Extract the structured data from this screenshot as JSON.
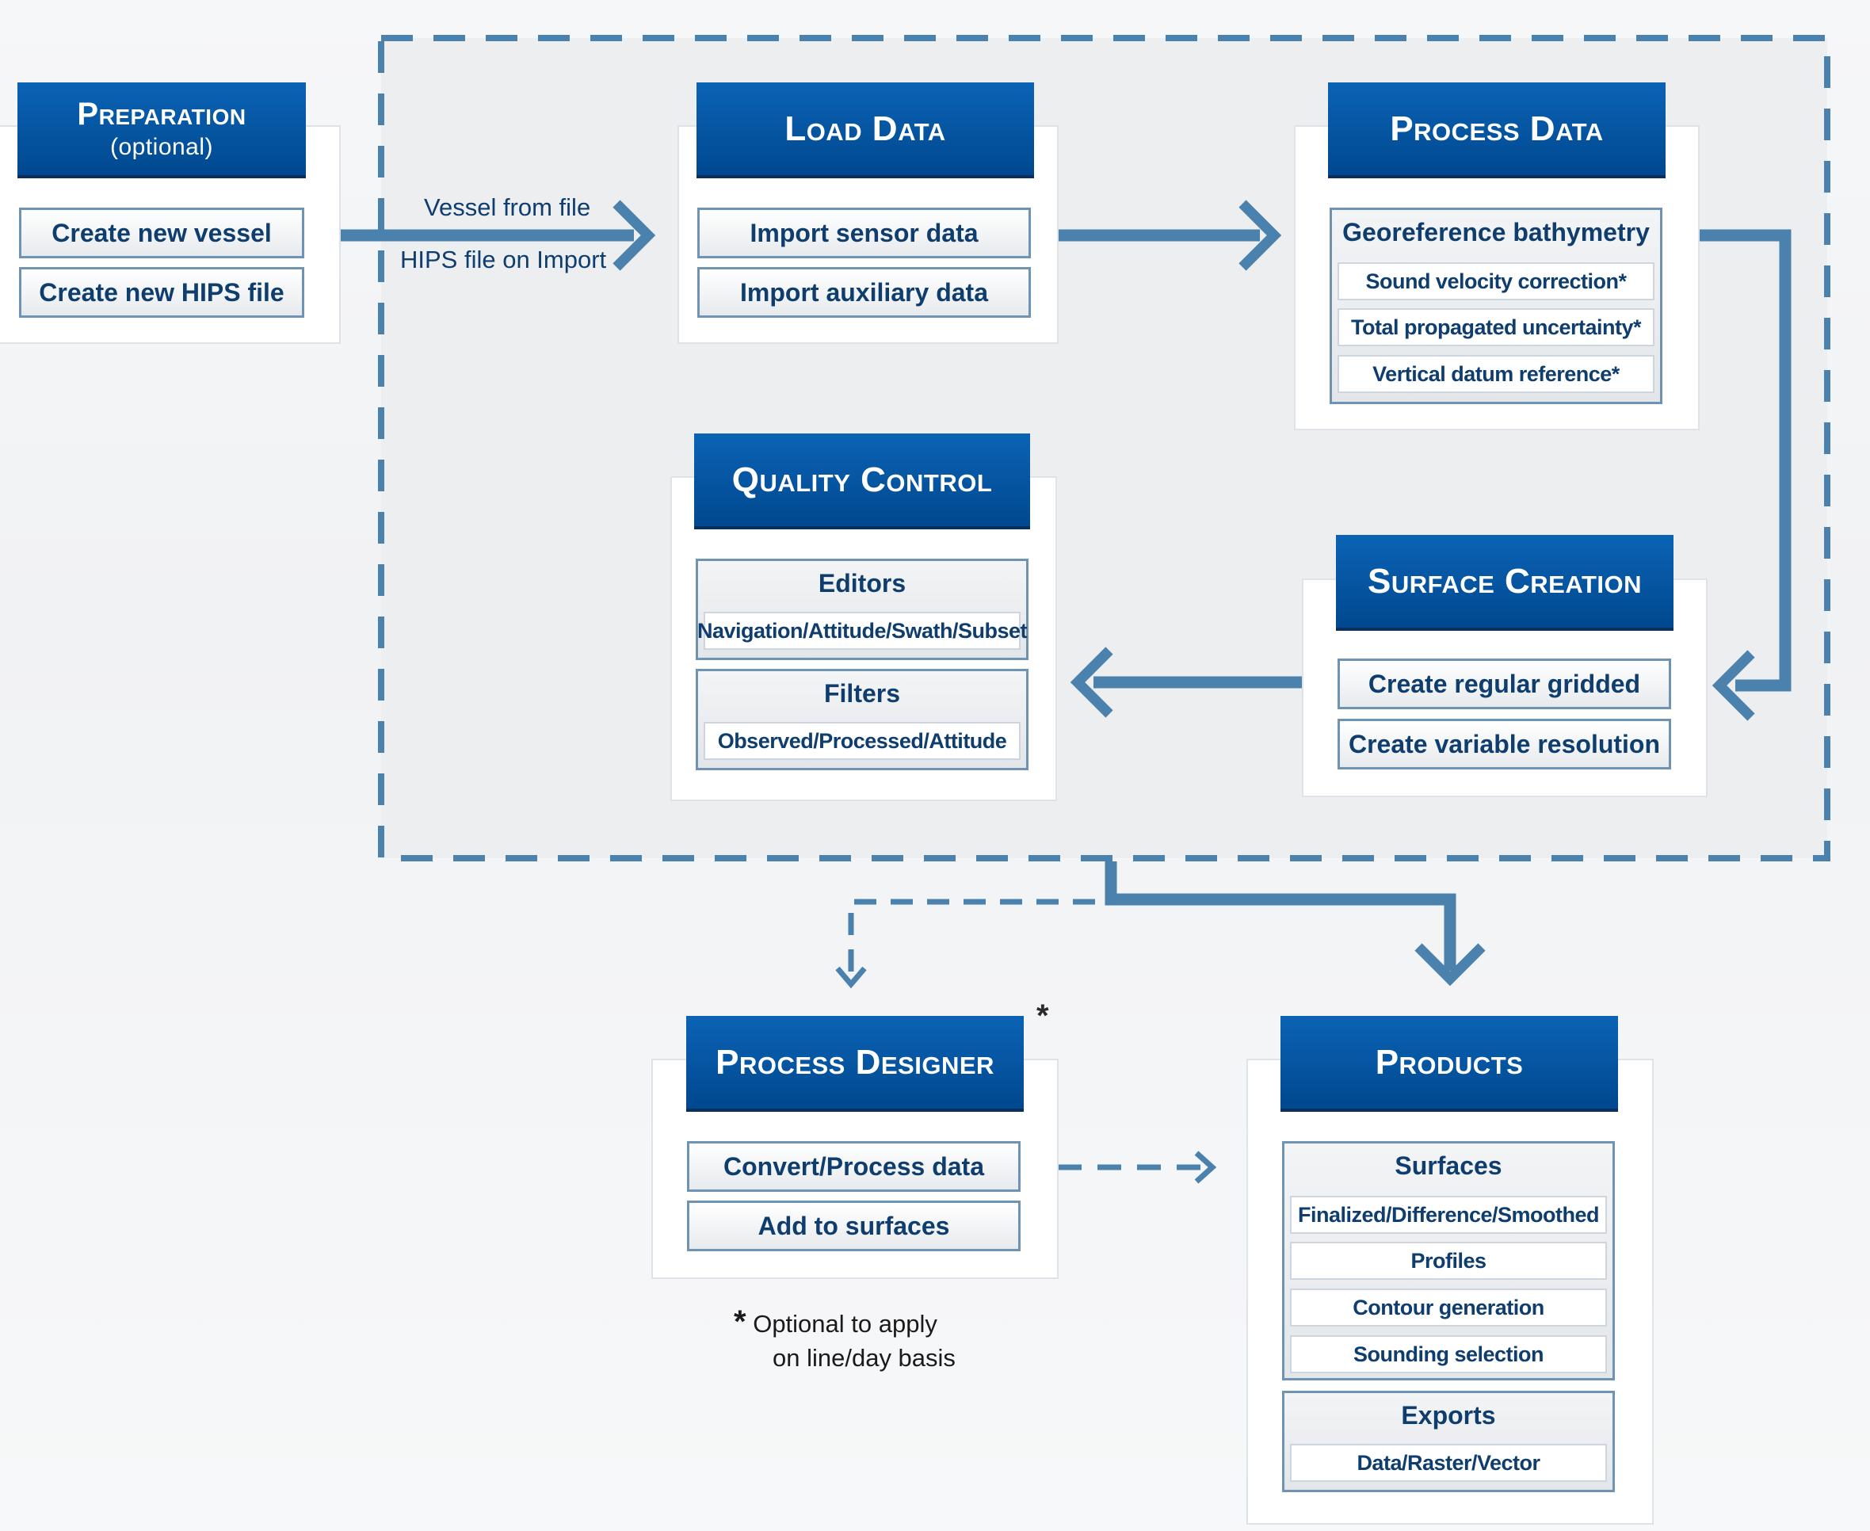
{
  "preparation": {
    "title": "Preparation",
    "subtitle": "(optional)",
    "items": [
      "Create new vessel",
      "Create new HIPS file"
    ]
  },
  "load_data": {
    "title": "Load Data",
    "items": [
      "Import sensor data",
      "Import auxiliary data"
    ]
  },
  "connector_labels": {
    "line1": "Vessel from file",
    "line2": "HIPS file on Import"
  },
  "process_data": {
    "title": "Process Data",
    "group_title": "Georeference bathymetry",
    "sub_items": [
      "Sound velocity correction*",
      "Total propagated uncertainty*",
      "Vertical datum reference*"
    ]
  },
  "quality_control": {
    "title": "Quality Control",
    "groups": [
      {
        "title": "Editors",
        "sub_items": [
          "Navigation/Attitude/Swath/Subset"
        ]
      },
      {
        "title": "Filters",
        "sub_items": [
          "Observed/Processed/Attitude"
        ]
      }
    ]
  },
  "surface_creation": {
    "title": "Surface Creation",
    "items": [
      "Create regular gridded",
      "Create variable resolution"
    ]
  },
  "process_designer": {
    "title": "Process Designer",
    "star": "*",
    "items": [
      "Convert/Process data",
      "Add to surfaces"
    ]
  },
  "products": {
    "title": "Products",
    "groups": [
      {
        "title": "Surfaces",
        "sub_items": [
          "Finalized/Difference/Smoothed",
          "Profiles",
          "Contour generation",
          "Sounding selection"
        ]
      },
      {
        "title": "Exports",
        "sub_items": [
          "Data/Raster/Vector"
        ]
      }
    ]
  },
  "footnote": {
    "star": "*",
    "line1": "Optional to apply",
    "line2": "on line/day basis"
  },
  "colors": {
    "header": "#00488f",
    "connector": "#4a81ad",
    "item_border": "#6f93b3",
    "text": "#0e3d6e"
  }
}
